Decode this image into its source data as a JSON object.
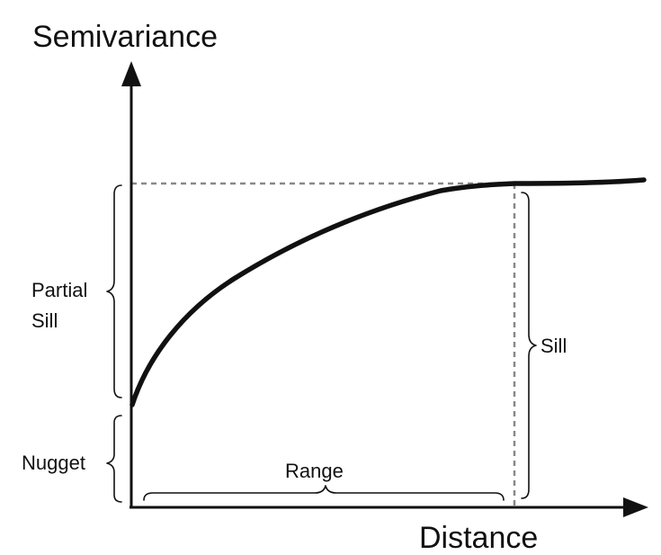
{
  "diagram": {
    "y_axis_label": "Semivariance",
    "x_axis_label": "Distance",
    "labels": {
      "partial_sill_line1": "Partial",
      "partial_sill_line2": "Sill",
      "nugget": "Nugget",
      "range": "Range",
      "sill": "Sill"
    },
    "colors": {
      "curve": "#111111",
      "axes": "#111111",
      "guide_lines": "#888888",
      "background": "#ffffff"
    }
  }
}
